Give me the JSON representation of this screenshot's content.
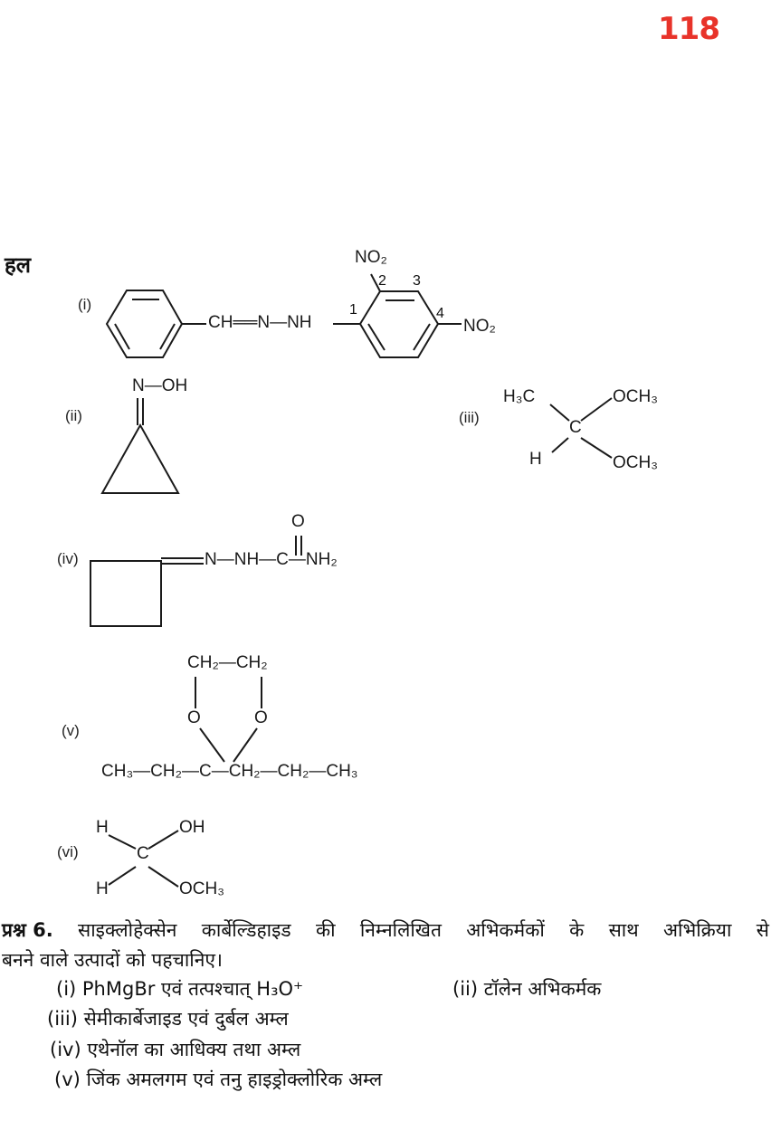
{
  "page_number": "118",
  "solution_heading": "हल",
  "structures": {
    "i": {
      "label": "(i)",
      "chain": "CH══N—NH",
      "no2_top": "NO₂",
      "no2_right": "NO₂",
      "pos1": "1",
      "pos2": "2",
      "pos3": "3",
      "pos4": "4"
    },
    "ii": {
      "label": "(ii)",
      "noh": "N—OH"
    },
    "iii": {
      "label": "(iii)",
      "h3c": "H₃C",
      "och3_top": "OCH₃",
      "c": "C",
      "h": "H",
      "och3_bottom": "OCH₃"
    },
    "iv": {
      "label": "(iv)",
      "chain": "N—NH—C—NH₂",
      "o": "O"
    },
    "v": {
      "label": "(v)",
      "top": "CH₂—CH₂",
      "o_left": "O",
      "o_right": "O",
      "chain": "CH₃—CH₂—C—CH₂—CH₂—CH₃"
    },
    "vi": {
      "label": "(vi)",
      "h_top": "H",
      "oh": "OH",
      "c": "C",
      "h_bottom": "H",
      "och3": "OCH₃"
    }
  },
  "question": {
    "number": "प्रश्न 6.",
    "line1_words": [
      "साइक्लोहेक्सेन",
      "कार्बेल्डिहाइड",
      "की",
      "निम्नलिखित",
      "अभिकर्मकों",
      "के",
      "साथ",
      "अभिक्रिया",
      "से"
    ],
    "line2": "बनने वाले उत्पादों को पहचानिए।",
    "options": [
      "(i) PhMgBr एवं तत्पश्चात् H₃O⁺",
      "(ii) टॉलेन अभिकर्मक",
      "(iii) सेमीकार्बेजाइड एवं दुर्बल अम्ल",
      "(iv) एथेनॉल का आधिक्य तथा अम्ल",
      "(v) जिंक अमलगम एवं तनु हाइड्रोक्लोरिक अम्ल"
    ]
  }
}
